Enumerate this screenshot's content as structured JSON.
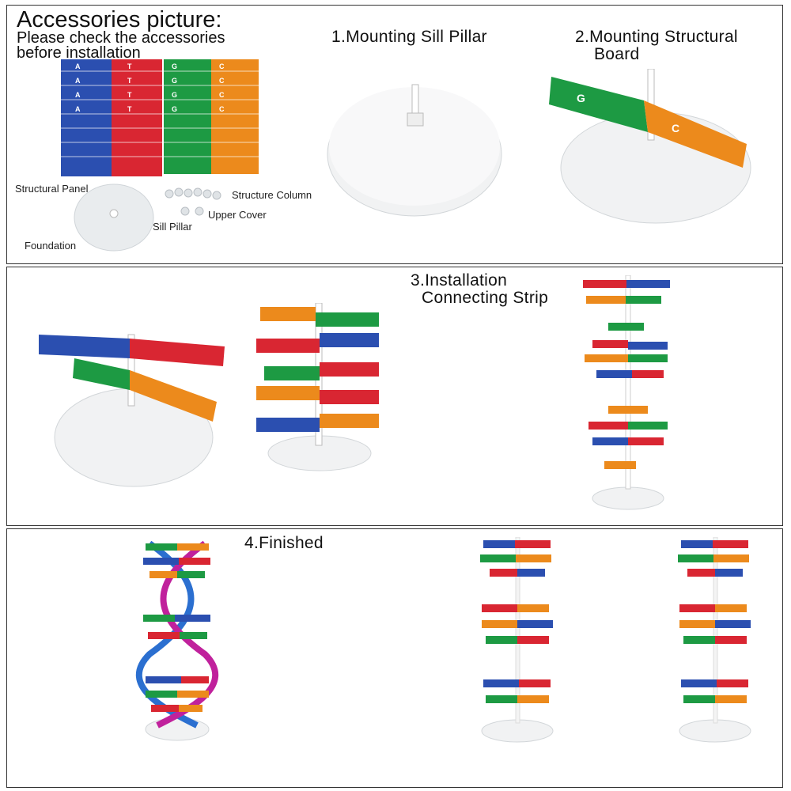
{
  "panel1": {
    "title": "Accessories picture:",
    "subtitle_line1": "Please check the accessories",
    "subtitle_line2": "before installation",
    "labels": {
      "structural_panel": "Structural Panel",
      "foundation": "Foundation",
      "sill_pillar": "Sill Pillar",
      "structure_column": "Structure Column",
      "upper_cover": "Upper Cover"
    },
    "step1": "1.Mounting Sill Pillar",
    "step2_line1": "2.Mounting Structural",
    "step2_line2": "Board",
    "strip_letters_blue": "A",
    "strip_letters_red": "T",
    "strip_letters_green": "G",
    "strip_letters_orange": "C"
  },
  "panel2": {
    "step3_line1": "3.Installation",
    "step3_line2": "Connecting Strip"
  },
  "panel3": {
    "step4": "4.Finished"
  },
  "colors": {
    "adenine": "#2b4fb0",
    "thymine": "#d92632",
    "guanine": "#1d9a43",
    "cytosine": "#ec8a1c",
    "base": "#eceff1"
  }
}
